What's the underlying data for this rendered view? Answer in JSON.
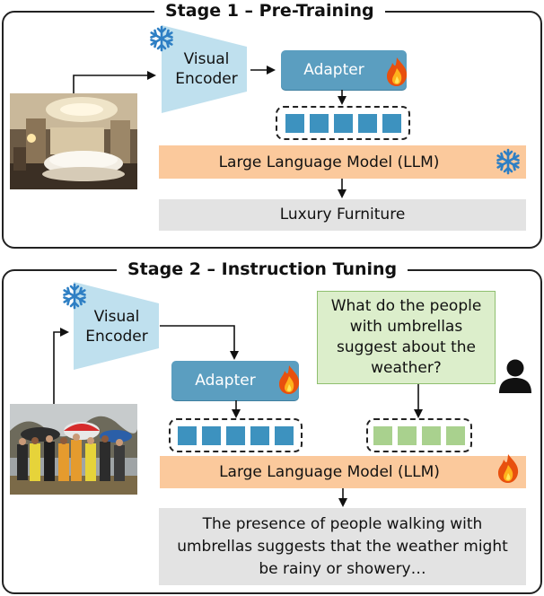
{
  "stage1": {
    "title": "Stage 1 – Pre-Training",
    "encoder_label": "Visual Encoder",
    "adapter_label": "Adapter",
    "llm_label": "Large Language Model (LLM)",
    "output_text": "Luxury Furniture",
    "encoder_icon": "snowflake-icon",
    "adapter_icon": "flame-icon",
    "llm_icon": "snowflake-icon",
    "token_count": 5
  },
  "stage2": {
    "title": "Stage 2 – Instruction Tuning",
    "encoder_label": "Visual Encoder",
    "adapter_label": "Adapter",
    "llm_label": "Large Language Model (LLM)",
    "question_text": "What do the people with umbrellas suggest about the weather?",
    "output_text": "The presence of people walking with umbrellas suggests that the weather might be rainy or showery…",
    "encoder_icon": "snowflake-icon",
    "adapter_icon": "flame-icon",
    "llm_icon": "flame-icon",
    "user_icon": "user-icon",
    "visual_token_count": 5,
    "text_token_count": 4
  },
  "colors": {
    "encoder": "#bfe0ee",
    "adapter": "#5b9ec0",
    "visual_token": "#3d92bf",
    "text_token": "#a9d18e",
    "llm": "#fbc99c",
    "output": "#e3e3e3",
    "question": "#dceecb",
    "snowflake": "#2e7fc4"
  }
}
